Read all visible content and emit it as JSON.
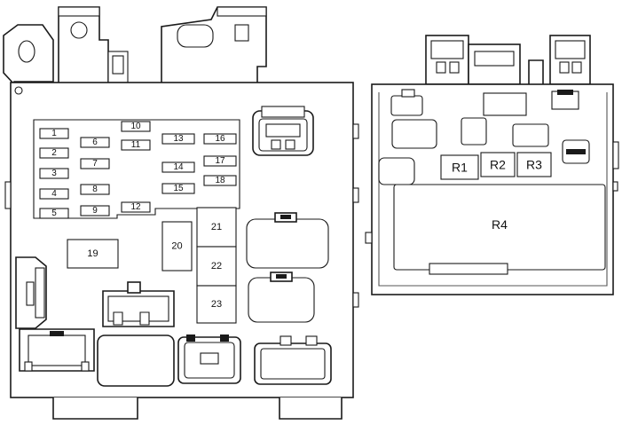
{
  "left_box": {
    "fuses": {
      "f1": "1",
      "f2": "2",
      "f3": "3",
      "f4": "4",
      "f5": "5",
      "f6": "6",
      "f7": "7",
      "f8": "8",
      "f9": "9",
      "f10": "10",
      "f11": "11",
      "f12": "12",
      "f13": "13",
      "f14": "14",
      "f15": "15",
      "f16": "16",
      "f17": "17",
      "f18": "18",
      "f19": "19",
      "f20": "20",
      "f21": "21",
      "f22": "22",
      "f23": "23"
    }
  },
  "right_box": {
    "relays": {
      "r1": "R1",
      "r2": "R2",
      "r3": "R3",
      "r4": "R4"
    }
  }
}
